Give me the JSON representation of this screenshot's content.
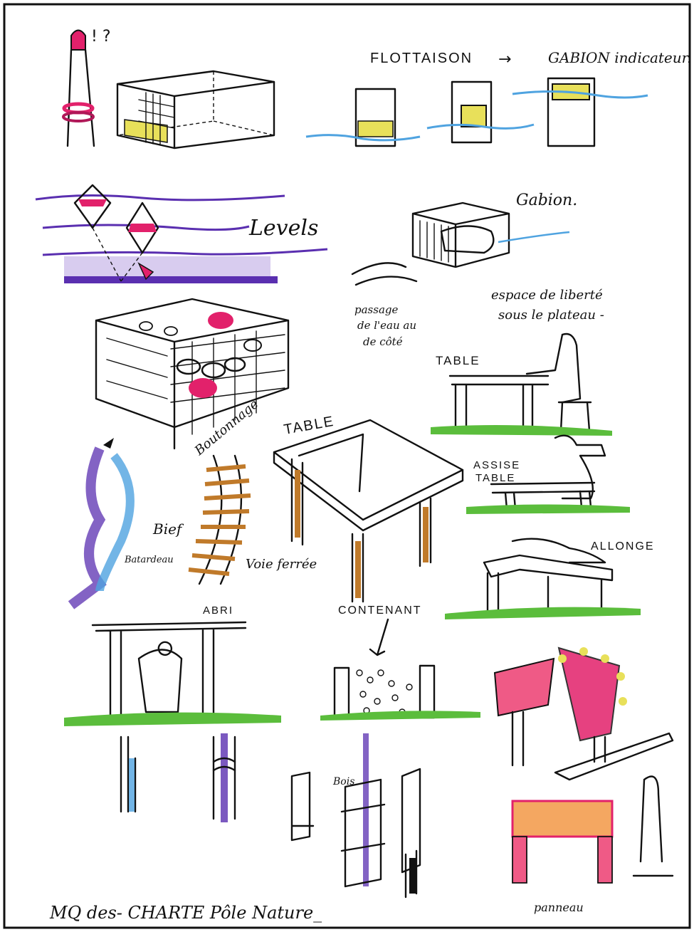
{
  "labels": {
    "question": "! ?",
    "flottaison": "FLOTTAISON",
    "arrow": "→",
    "gabion_indicateur": "GABION indicateur.",
    "levels": "Levels",
    "gabion": "Gabion.",
    "passage_line1": "passage",
    "passage_line2": "de l'eau au",
    "passage_line3": "de côté",
    "espace_line1": "espace de liberté",
    "espace_line2": "sous le plateau -",
    "table_right": "TABLE",
    "table_center": "TABLE",
    "boutonnage": "Boutonnage",
    "assise_line1": "ASSISE",
    "assise_line2": "TABLE",
    "bief": "Bief",
    "batardeau": "Batardeau",
    "voie_ferree": "Voie ferrée",
    "allonge": "ALLONGE",
    "abri": "ABRI",
    "contenant": "CONTENANT",
    "bois": "Bois",
    "panneau": "panneau",
    "footer": "MQ des- CHARTE Pôle Nature_"
  },
  "colors": {
    "water": "#4fa3e0",
    "ground": "#5bbd3c",
    "magenta": "#e2216b",
    "violet": "#5a2fb0",
    "yellow": "#e8e05a",
    "orange": "#f08a2c",
    "wood": "#c07a2a"
  }
}
